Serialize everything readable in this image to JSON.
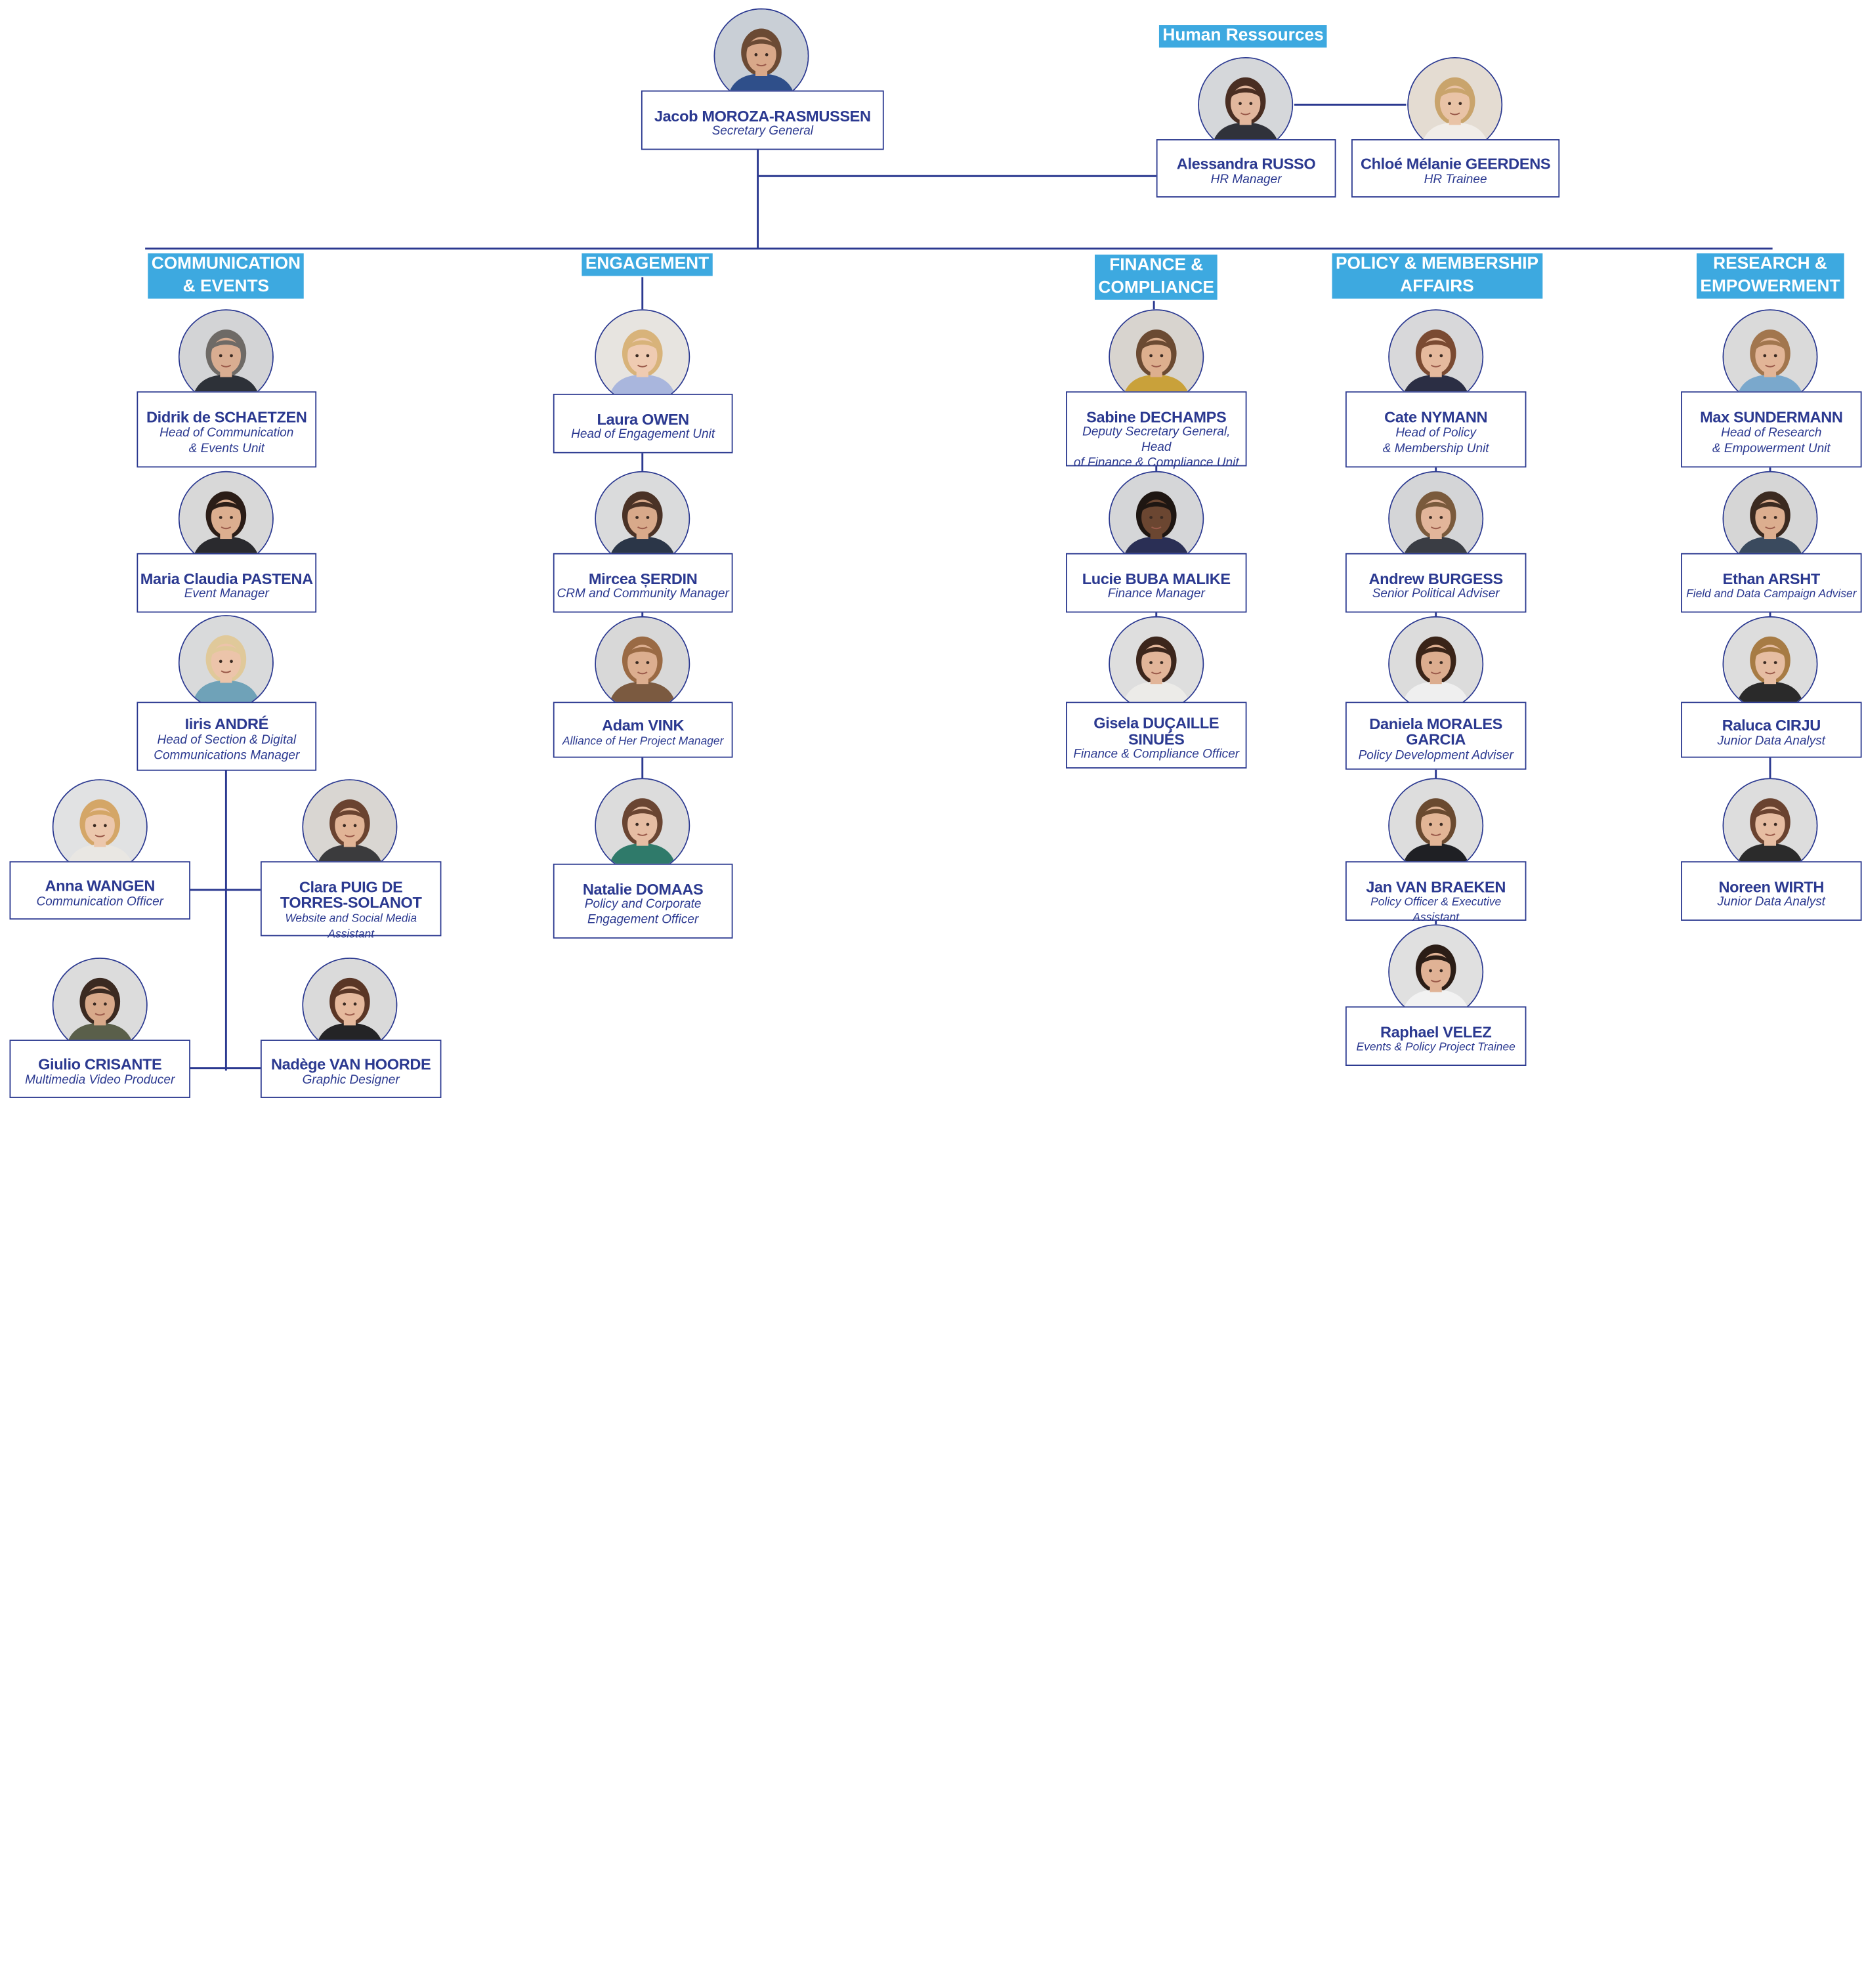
{
  "colors": {
    "accent": "#3da9e0",
    "line": "#2b3990",
    "text": "#2b3990"
  },
  "departments": {
    "hr": "Human Ressources",
    "comm": [
      "COMMUNICATION",
      "& EVENTS"
    ],
    "eng": [
      "ENGAGEMENT"
    ],
    "fin": [
      "FINANCE &",
      "COMPLIANCE"
    ],
    "pol": [
      "POLICY & MEMBERSHIP",
      "AFFAIRS"
    ],
    "res": [
      "RESEARCH &",
      "EMPOWERMENT"
    ]
  },
  "people": {
    "jacob": {
      "name": [
        "Jacob MOROZA-RASMUSSEN"
      ],
      "title": [
        "Secretary General"
      ],
      "photo": {
        "bg": "#c9cfd6",
        "skin": "#d9a889",
        "hair": "#6b4a34",
        "cloth": "#2f4f8a"
      }
    },
    "alessandra": {
      "name": [
        "Alessandra RUSSO"
      ],
      "title": [
        "HR Manager"
      ],
      "photo": {
        "bg": "#d5d7da",
        "skin": "#e2b79d",
        "hair": "#4a2e22",
        "cloth": "#30323a"
      }
    },
    "chloe": {
      "name": [
        "Chloé Mélanie GEERDENS"
      ],
      "title": [
        "HR Trainee"
      ],
      "photo": {
        "bg": "#e4dcd2",
        "skin": "#e9c3a6",
        "hair": "#c9a46c",
        "cloth": "#f1ede8"
      }
    },
    "didrik": {
      "name": [
        "Didrik de SCHAETZEN"
      ],
      "title": [
        "Head of Communication",
        "& Events Unit"
      ],
      "photo": {
        "bg": "#d3d4d6",
        "skin": "#d9ad91",
        "hair": "#6e6a66",
        "cloth": "#2d3138"
      }
    },
    "maria": {
      "name": [
        "Maria Claudia PASTENA"
      ],
      "title": [
        "Event Manager"
      ],
      "photo": {
        "bg": "#d8d8d8",
        "skin": "#dcae8f",
        "hair": "#2b1d17",
        "cloth": "#2a2a2e"
      }
    },
    "iiris": {
      "name": [
        "Iiris ANDRÉ"
      ],
      "title": [
        "Head of Section & Digital",
        "Communications Manager"
      ],
      "photo": {
        "bg": "#d9dadb",
        "skin": "#ecc4aa",
        "hair": "#e0c99a",
        "cloth": "#6fa2b8"
      }
    },
    "anna": {
      "name": [
        "Anna WANGEN"
      ],
      "title": [
        "Communication Officer"
      ],
      "photo": {
        "bg": "#e1e2e3",
        "skin": "#ecc7ac",
        "hair": "#d4a667",
        "cloth": "#e9e7e3"
      }
    },
    "clara": {
      "name": [
        "Clara PUIG DE",
        "TORRES-SOLANOT"
      ],
      "title": [
        "Website and Social Media Assistant"
      ],
      "photo": {
        "bg": "#d9d6d2",
        "skin": "#e1b496",
        "hair": "#6a4330",
        "cloth": "#3b3b3d"
      }
    },
    "giulio": {
      "name": [
        "Giulio CRISANTE"
      ],
      "title": [
        "Multimedia Video Producer"
      ],
      "photo": {
        "bg": "#dcdcdc",
        "skin": "#d8a98a",
        "hair": "#3b2a21",
        "cloth": "#5a5f4a"
      }
    },
    "nadege": {
      "name": [
        "Nadège VAN HOORDE"
      ],
      "title": [
        "Graphic Designer"
      ],
      "photo": {
        "bg": "#dadada",
        "skin": "#e5b99d",
        "hair": "#5a3626",
        "cloth": "#242426"
      }
    },
    "laura": {
      "name": [
        "Laura OWEN"
      ],
      "title": [
        "Head of Engagement Unit"
      ],
      "photo": {
        "bg": "#e7e4e0",
        "skin": "#efcbb2",
        "hair": "#d8b37a",
        "cloth": "#a9b6dd"
      }
    },
    "mircea": {
      "name": [
        "Mircea ȘERDIN"
      ],
      "title": [
        "CRM and Community Manager"
      ],
      "photo": {
        "bg": "#dadbdc",
        "skin": "#d8a98a",
        "hair": "#4a3226",
        "cloth": "#2b3648"
      }
    },
    "adam": {
      "name": [
        "Adam VINK"
      ],
      "title": [
        "Alliance of Her Project Manager"
      ],
      "photo": {
        "bg": "#d8d8d8",
        "skin": "#dcae8f",
        "hair": "#9a6a44",
        "cloth": "#7b5a40"
      }
    },
    "natalie": {
      "name": [
        "Natalie DOMAAS"
      ],
      "title": [
        "Policy and Corporate",
        "Engagement Officer"
      ],
      "photo": {
        "bg": "#dcdcdc",
        "skin": "#e6bda3",
        "hair": "#6a4532",
        "cloth": "#2f7a6a"
      }
    },
    "sabine": {
      "name": [
        "Sabine DECHAMPS"
      ],
      "title": [
        "Deputy Secretary General, Head",
        "of Finance & Compliance Unit"
      ],
      "photo": {
        "bg": "#d8d4cf",
        "skin": "#ddaf8e",
        "hair": "#6b4a32",
        "cloth": "#c9a13a"
      }
    },
    "lucie": {
      "name": [
        "Lucie BUBA MALIKE"
      ],
      "title": [
        "Finance Manager"
      ],
      "photo": {
        "bg": "#d5d6d8",
        "skin": "#6b4631",
        "hair": "#1e1612",
        "cloth": "#2a2f55"
      }
    },
    "gisela": {
      "name": [
        "Gisela DUÇAILLE",
        "SINUÉS"
      ],
      "title": [
        "Finance & Compliance Officer"
      ],
      "photo": {
        "bg": "#dedede",
        "skin": "#e2b599",
        "hair": "#3c261c",
        "cloth": "#ecebe8"
      }
    },
    "cate": {
      "name": [
        "Cate NYMANN"
      ],
      "title": [
        "Head of Policy",
        "& Membership Unit"
      ],
      "photo": {
        "bg": "#d8d8da",
        "skin": "#e5b99d",
        "hair": "#7a4a32",
        "cloth": "#2b2e44"
      }
    },
    "andrew": {
      "name": [
        "Andrew BURGESS"
      ],
      "title": [
        "Senior Political Adviser"
      ],
      "photo": {
        "bg": "#d4d5d7",
        "skin": "#e2b59a",
        "hair": "#7a5a3c",
        "cloth": "#3a3d44"
      }
    },
    "daniela": {
      "name": [
        "Daniela MORALES",
        "GARCIA"
      ],
      "title": [
        "Policy Development Adviser"
      ],
      "photo": {
        "bg": "#dcdcdc",
        "skin": "#dcad8f",
        "hair": "#3a2418",
        "cloth": "#efefef"
      }
    },
    "jan": {
      "name": [
        "Jan VAN BRAEKEN"
      ],
      "title": [
        "Policy Officer & Executive Assistant"
      ],
      "photo": {
        "bg": "#dddddd",
        "skin": "#e2b596",
        "hair": "#6a4a30",
        "cloth": "#1f2024"
      }
    },
    "raphael": {
      "name": [
        "Raphael VELEZ"
      ],
      "title": [
        "Events & Policy Project Trainee"
      ],
      "photo": {
        "bg": "#e0e0e0",
        "skin": "#e0b295",
        "hair": "#2b1d16",
        "cloth": "#f2f2f2"
      }
    },
    "max": {
      "name": [
        "Max SUNDERMANN"
      ],
      "title": [
        "Head of Research",
        "& Empowerment Unit"
      ],
      "photo": {
        "bg": "#dadada",
        "skin": "#e2b597",
        "hair": "#a2764e",
        "cloth": "#7aa8cc"
      }
    },
    "ethan": {
      "name": [
        "Ethan ARSHT"
      ],
      "title": [
        "Field and Data Campaign Adviser"
      ],
      "photo": {
        "bg": "#d6d6d6",
        "skin": "#dcae8f",
        "hair": "#3b2a20",
        "cloth": "#3a4a5e"
      }
    },
    "raluca": {
      "name": [
        "Raluca CIRJU"
      ],
      "title": [
        "Junior Data Analyst"
      ],
      "photo": {
        "bg": "#dddddd",
        "skin": "#e6bda2",
        "hair": "#a77b44",
        "cloth": "#2a2a2a"
      }
    },
    "noreen": {
      "name": [
        "Noreen WIRTH"
      ],
      "title": [
        "Junior Data Analyst"
      ],
      "photo": {
        "bg": "#dddddd",
        "skin": "#e6bda2",
        "hair": "#6a4330",
        "cloth": "#2b2b2b"
      }
    }
  }
}
